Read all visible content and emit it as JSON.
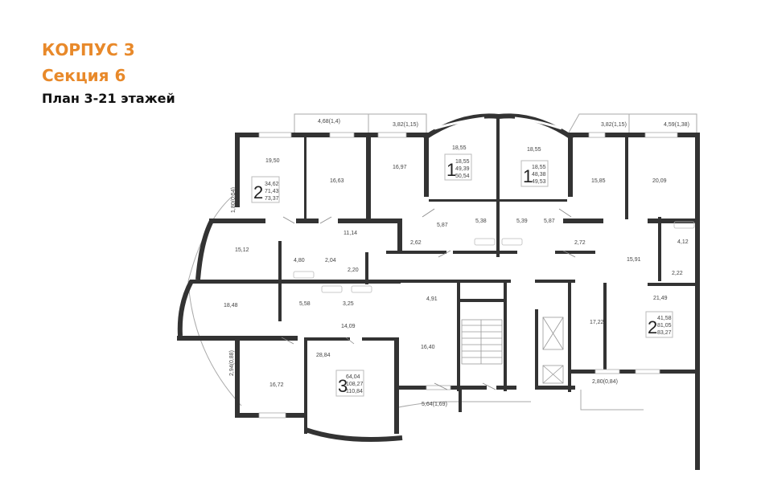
{
  "header": {
    "building": "КОРПУС 3",
    "section": "Секция 6",
    "plan": "План 3-21 этажей"
  },
  "colors": {
    "accent": "#e8892a",
    "wall": "#333333",
    "text": "#111111"
  },
  "apartments": [
    {
      "id": "apt-2-top-left",
      "rooms": "2",
      "living": "34,62",
      "total": "71,43",
      "total_with_balcony": "73,37"
    },
    {
      "id": "apt-1-top-center-left",
      "rooms": "1",
      "living": "18,55",
      "total": "49,39",
      "total_with_balcony": "50,54"
    },
    {
      "id": "apt-1-top-center-right",
      "rooms": "1",
      "living": "18,55",
      "total": "48,38",
      "total_with_balcony": "49,53"
    },
    {
      "id": "apt-2-right",
      "rooms": "2",
      "living": "41,58",
      "total": "81,05",
      "total_with_balcony": "83,27"
    },
    {
      "id": "apt-3-bottom",
      "rooms": "3",
      "living": "64,04",
      "total": "108,27",
      "total_with_balcony": "110,84"
    }
  ],
  "rooms": {
    "r19_50": "19,50",
    "r16_63": "16,63",
    "r16_97": "16,97",
    "r18_55a": "18,55",
    "r18_55b": "18,55",
    "r15_85": "15,85",
    "r20_09": "20,09",
    "r15_12": "15,12",
    "r11_14": "11,14",
    "r4_80": "4,80",
    "r2_04": "2,04",
    "r2_20": "2,20",
    "r5_87a": "5,87",
    "r5_38": "5,38",
    "r5_39": "5,39",
    "r5_87b": "5,87",
    "r2_62": "2,62",
    "r2_72": "2,72",
    "r4_12": "4,12",
    "r15_91": "15,91",
    "r2_22": "2,22",
    "r18_48": "18,48",
    "r5_58": "5,58",
    "r3_25": "3,25",
    "r14_09": "14,09",
    "r4_91": "4,91",
    "r21_49": "21,49",
    "r17_22": "17,22",
    "r16_40": "16,40",
    "r28_84": "28,84",
    "r16_72": "16,72"
  },
  "balconies": {
    "b1": "4,68(1,4)",
    "b2": "3,82(1,15)",
    "b3": "3,82(1,15)",
    "b4": "4,59(1,38)",
    "b5": "1,80(0,54)",
    "b6": "2,94(0,88)",
    "b7": "5,64(1,69)",
    "b8": "2,80(0,84)"
  }
}
